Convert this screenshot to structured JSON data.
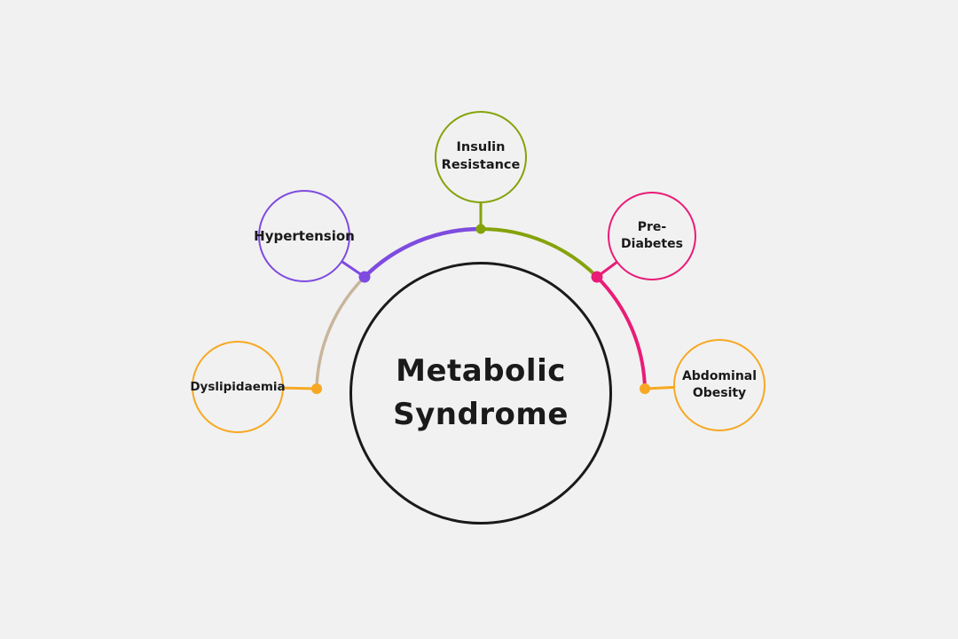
{
  "diagram": {
    "center": {
      "label": "Metabolic Syndrome"
    },
    "nodes": [
      {
        "id": "insulin-resistance",
        "label": "Insulin Resistance",
        "color": "#84a30b"
      },
      {
        "id": "hypertension",
        "label": "Hypertension",
        "color": "#7e4be0"
      },
      {
        "id": "pre-diabetes",
        "label": "Pre-Diabetes",
        "color": "#e91c77"
      },
      {
        "id": "dyslipidaemia",
        "label": "Dyslipidaemia",
        "color": "#f7a823"
      },
      {
        "id": "abdominal-obesity",
        "label": "Abdominal Obesity",
        "color": "#f7a823"
      }
    ]
  },
  "colors": {
    "bg": "#f1f1f1",
    "ink": "#1a1a1a",
    "purple": "#7e4be0",
    "green": "#84a30b",
    "pink": "#e91c77",
    "orange": "#f7a823",
    "tan": "#c8b59c"
  }
}
